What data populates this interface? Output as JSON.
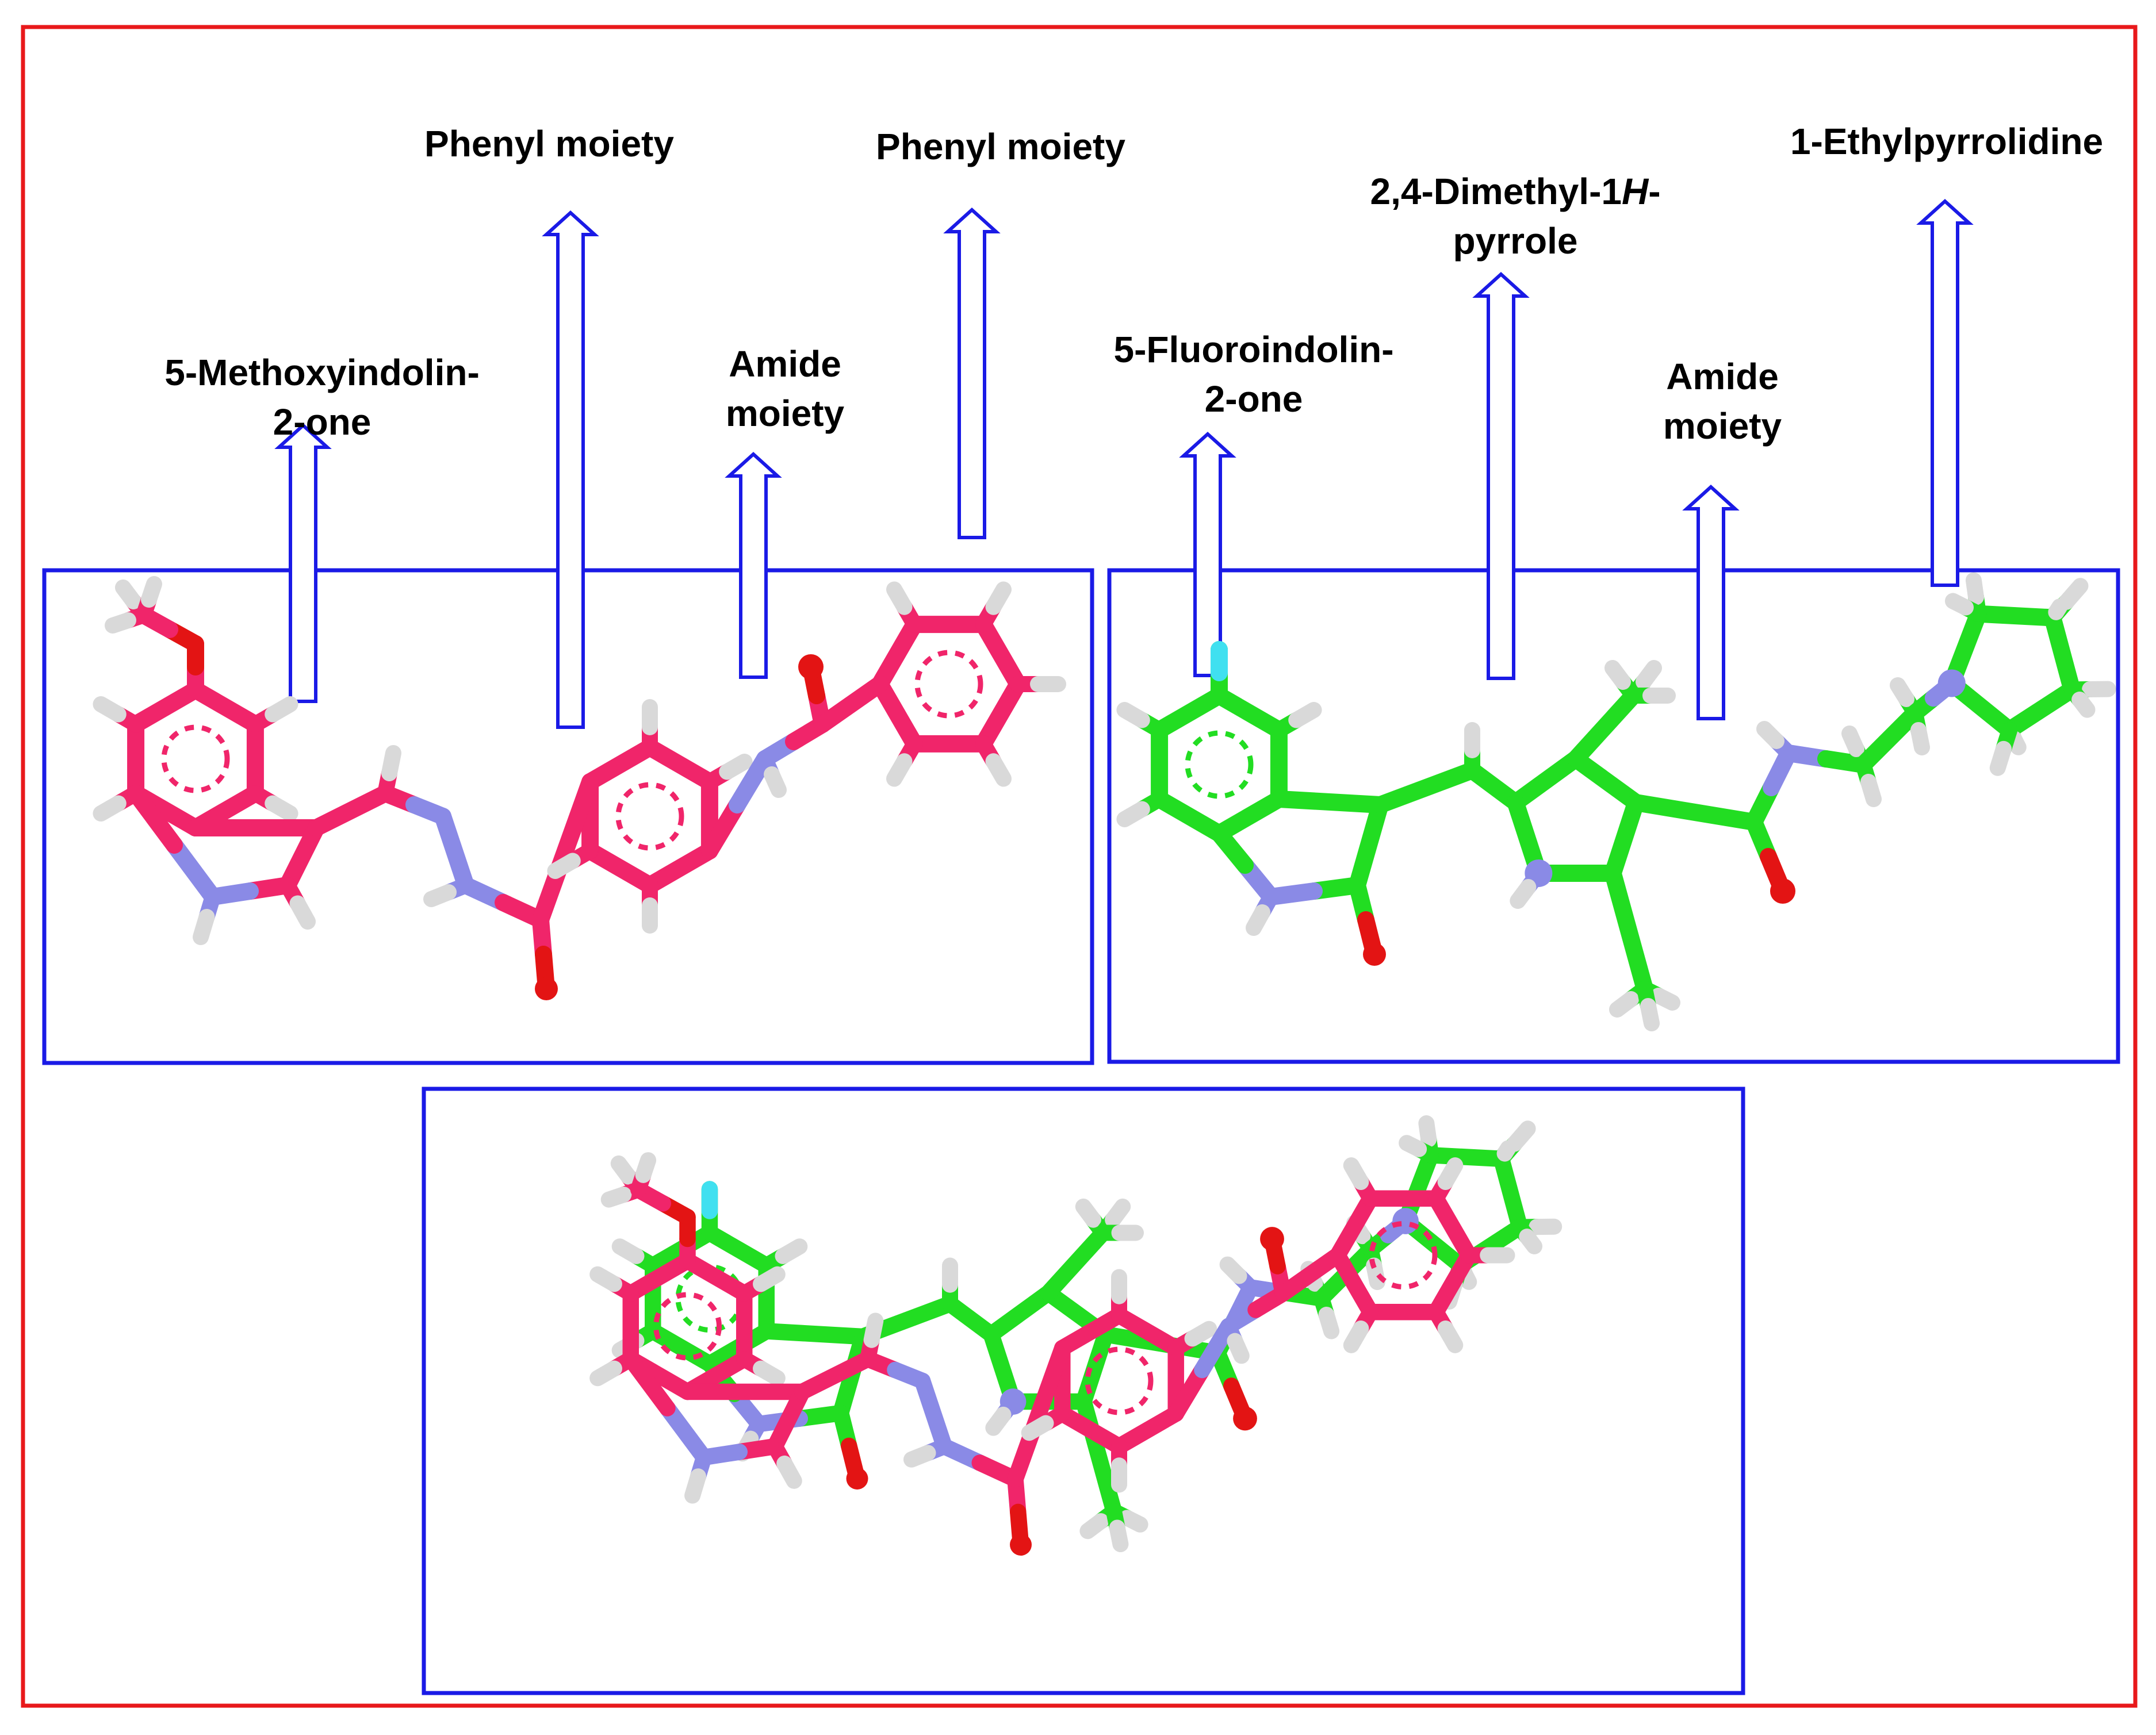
{
  "colors": {
    "outer_border": "#e8191b",
    "inner_border": "#1a1ae6",
    "arrow": "#1a1ae6",
    "ligand_a": "#f0256a",
    "ligand_b": "#22dd22",
    "hydrogen": "#d9d9d9",
    "nitrogen": "#8a8ae6",
    "oxygen": "#e31414",
    "fluorine": "#40e0f0"
  },
  "labels": {
    "methoxyindolinone": {
      "line1": "5-Methoxyindolin-",
      "line2": "2-one"
    },
    "phenyl_1": "Phenyl moiety",
    "amide_1": {
      "line1": "Amide",
      "line2": "moiety"
    },
    "phenyl_2": "Phenyl moiety",
    "fluoroindolinone": {
      "line1": "5-Fluoroindolin-",
      "line2": "2-one"
    },
    "dimethylpyrrole": {
      "line1_pre": "2,4-Dimethyl-1",
      "line1_ital": "H",
      "line1_post": "-",
      "line2": "pyrrole"
    },
    "amide_2": {
      "line1": "Amide",
      "line2": "moiety"
    },
    "ethylpyrrolidine": "1-Ethylpyrrolidine"
  },
  "icons": [
    "up-arrow-icon",
    "molecule-stick-model-icon"
  ]
}
